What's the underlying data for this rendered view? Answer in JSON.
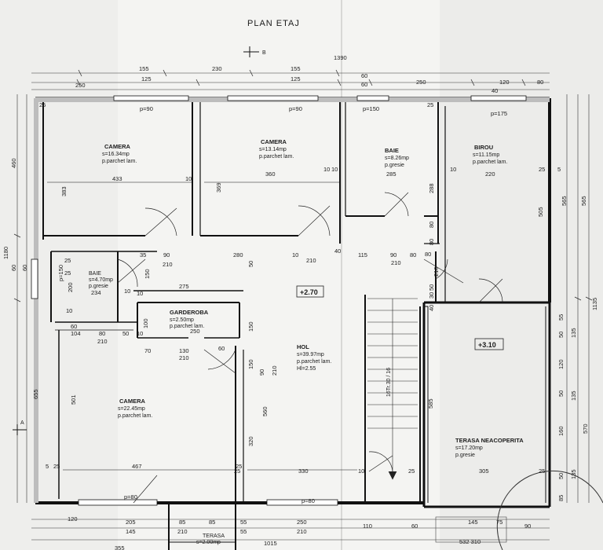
{
  "drawing": {
    "title": "PLAN ETAJ",
    "section_markers": [
      "B",
      "A"
    ]
  },
  "rooms": [
    {
      "id": "camera-1",
      "name": "CAMERA",
      "area": "s=16.34mp",
      "floor": "p.parchet lam."
    },
    {
      "id": "camera-2",
      "name": "CAMERA",
      "area": "s=13.14mp",
      "floor": "p.parchet lam."
    },
    {
      "id": "baie-1",
      "name": "BAIE",
      "area": "s=8.26mp",
      "floor": "p.gresie"
    },
    {
      "id": "birou",
      "name": "BIROU",
      "area": "s=11.15mp",
      "floor": "p.parchet lam."
    },
    {
      "id": "baie-2",
      "name": "BAIE",
      "area": "s=4.70mp",
      "floor": "p.gresie"
    },
    {
      "id": "garderoba",
      "name": "GARDEROBA",
      "area": "s=2.50mp",
      "floor": "p.parchet lam."
    },
    {
      "id": "hol",
      "name": "HOL",
      "area": "s=39.97mp",
      "floor": "p.parchet lam.",
      "extra": "Hl=2.55"
    },
    {
      "id": "camera-3",
      "name": "CAMERA",
      "area": "s=22.45mp",
      "floor": "p.parchet lam."
    },
    {
      "id": "terasa-neacoperita",
      "name": "TERASA NEACOPERITA",
      "area": "s=17.20mp",
      "floor": "p.gresie"
    },
    {
      "id": "terasa",
      "name": "TERASA",
      "area": "s=2.00mp",
      "floor": ""
    }
  ],
  "levels": [
    "+2.70",
    "+3.10"
  ],
  "stairs": "16Tr.30 / 16",
  "stamp": "532 310",
  "dimensions": [
    {
      "id": "d01",
      "t": "155"
    },
    {
      "id": "d02",
      "t": "230"
    },
    {
      "id": "d03",
      "t": "155"
    },
    {
      "id": "d04",
      "t": "1390"
    },
    {
      "id": "d05",
      "t": "250"
    },
    {
      "id": "d06",
      "t": "125"
    },
    {
      "id": "d07",
      "t": "125"
    },
    {
      "id": "d08",
      "t": "60"
    },
    {
      "id": "d09",
      "t": "60"
    },
    {
      "id": "d10",
      "t": "250"
    },
    {
      "id": "d11",
      "t": "120"
    },
    {
      "id": "d12",
      "t": "80"
    },
    {
      "id": "d13",
      "t": "40"
    },
    {
      "id": "d14",
      "t": "p=90"
    },
    {
      "id": "d15",
      "t": "p=90"
    },
    {
      "id": "d16",
      "t": "p=150"
    },
    {
      "id": "d17",
      "t": "p=175"
    },
    {
      "id": "d18",
      "t": "25"
    },
    {
      "id": "d19",
      "t": "25"
    },
    {
      "id": "d20",
      "t": "433"
    },
    {
      "id": "d21",
      "t": "383"
    },
    {
      "id": "d22",
      "t": "10"
    },
    {
      "id": "d23",
      "t": "369"
    },
    {
      "id": "d24",
      "t": "360"
    },
    {
      "id": "d25",
      "t": "10"
    },
    {
      "id": "d26",
      "t": "285"
    },
    {
      "id": "d27",
      "t": "288"
    },
    {
      "id": "d28",
      "t": "10"
    },
    {
      "id": "d29",
      "t": "220"
    },
    {
      "id": "d30",
      "t": "25"
    },
    {
      "id": "d31",
      "t": "5"
    },
    {
      "id": "d32",
      "t": "505"
    },
    {
      "id": "d33",
      "t": "565"
    },
    {
      "id": "d34",
      "t": "565"
    },
    {
      "id": "d35",
      "t": "1135"
    },
    {
      "id": "d36",
      "t": "460"
    },
    {
      "id": "d37",
      "t": "1180"
    },
    {
      "id": "d38",
      "t": "60"
    },
    {
      "id": "d39",
      "t": "60"
    },
    {
      "id": "d40",
      "t": "655"
    },
    {
      "id": "d41",
      "t": "80"
    },
    {
      "id": "d42",
      "t": "80"
    },
    {
      "id": "d43",
      "t": "35"
    },
    {
      "id": "d44",
      "t": "90"
    },
    {
      "id": "d45",
      "t": "280"
    },
    {
      "id": "d46",
      "t": "10"
    },
    {
      "id": "d47",
      "t": "40"
    },
    {
      "id": "d48",
      "t": "115"
    },
    {
      "id": "d49",
      "t": "90"
    },
    {
      "id": "d50",
      "t": "80"
    },
    {
      "id": "d51",
      "t": "210"
    },
    {
      "id": "d52",
      "t": "210"
    },
    {
      "id": "d53",
      "t": "210"
    },
    {
      "id": "d54",
      "t": "25"
    },
    {
      "id": "d55",
      "t": "p=150"
    },
    {
      "id": "d56",
      "t": "25"
    },
    {
      "id": "d57",
      "t": "200"
    },
    {
      "id": "d58",
      "t": "234"
    },
    {
      "id": "d59",
      "t": "10"
    },
    {
      "id": "d60",
      "t": "150"
    },
    {
      "id": "d61",
      "t": "275"
    },
    {
      "id": "d62",
      "t": "10"
    },
    {
      "id": "d63",
      "t": "100"
    },
    {
      "id": "d64",
      "t": "150"
    },
    {
      "id": "d65",
      "t": "10"
    },
    {
      "id": "d66",
      "t": "210"
    },
    {
      "id": "d67",
      "t": "50"
    },
    {
      "id": "d68",
      "t": "30"
    },
    {
      "id": "d69",
      "t": "40"
    },
    {
      "id": "d70",
      "t": "10"
    },
    {
      "id": "d71",
      "t": "104"
    },
    {
      "id": "d72",
      "t": "80"
    },
    {
      "id": "d73",
      "t": "50"
    },
    {
      "id": "d74",
      "t": "210"
    },
    {
      "id": "d75",
      "t": "250"
    },
    {
      "id": "d76",
      "t": "70"
    },
    {
      "id": "d77",
      "t": "130"
    },
    {
      "id": "d78",
      "t": "60"
    },
    {
      "id": "d79",
      "t": "210"
    },
    {
      "id": "d80",
      "t": "150"
    },
    {
      "id": "d81",
      "t": "90"
    },
    {
      "id": "d82",
      "t": "210"
    },
    {
      "id": "d83",
      "t": "560"
    },
    {
      "id": "d84",
      "t": "501"
    },
    {
      "id": "d85",
      "t": "320"
    },
    {
      "id": "d86",
      "t": "585"
    },
    {
      "id": "d87",
      "t": "55"
    },
    {
      "id": "d88",
      "t": "50"
    },
    {
      "id": "d89",
      "t": "120"
    },
    {
      "id": "d90",
      "t": "50"
    },
    {
      "id": "d91",
      "t": "160"
    },
    {
      "id": "d92",
      "t": "50"
    },
    {
      "id": "d93",
      "t": "85"
    },
    {
      "id": "d94",
      "t": "135"
    },
    {
      "id": "d95",
      "t": "135"
    },
    {
      "id": "d96",
      "t": "135"
    },
    {
      "id": "d97",
      "t": "570"
    },
    {
      "id": "d98",
      "t": "5"
    },
    {
      "id": "d99",
      "t": "25"
    },
    {
      "id": "d100",
      "t": "467"
    },
    {
      "id": "d101",
      "t": "25"
    },
    {
      "id": "d102",
      "t": "330"
    },
    {
      "id": "d103",
      "t": "10"
    },
    {
      "id": "d104",
      "t": "25"
    },
    {
      "id": "d105",
      "t": "305"
    },
    {
      "id": "d106",
      "t": "25"
    },
    {
      "id": "d107",
      "t": "p=80"
    },
    {
      "id": "d108",
      "t": "p=80"
    },
    {
      "id": "d109",
      "t": "120"
    },
    {
      "id": "d110",
      "t": "205"
    },
    {
      "id": "d111",
      "t": "85"
    },
    {
      "id": "d112",
      "t": "85"
    },
    {
      "id": "d113",
      "t": "55"
    },
    {
      "id": "d114",
      "t": "250"
    },
    {
      "id": "d115",
      "t": "145"
    },
    {
      "id": "d116",
      "t": "75"
    },
    {
      "id": "d117",
      "t": "145"
    },
    {
      "id": "d118",
      "t": "210"
    },
    {
      "id": "d119",
      "t": "55"
    },
    {
      "id": "d120",
      "t": "210"
    },
    {
      "id": "d121",
      "t": "110"
    },
    {
      "id": "d122",
      "t": "60"
    },
    {
      "id": "d123",
      "t": "90"
    },
    {
      "id": "d124",
      "t": "355"
    },
    {
      "id": "d125",
      "t": "1015"
    },
    {
      "id": "d126",
      "t": "50"
    },
    {
      "id": "d127",
      "t": "80"
    },
    {
      "id": "d128",
      "t": "10"
    },
    {
      "id": "d129",
      "t": "60"
    },
    {
      "id": "d130",
      "t": "25"
    }
  ]
}
